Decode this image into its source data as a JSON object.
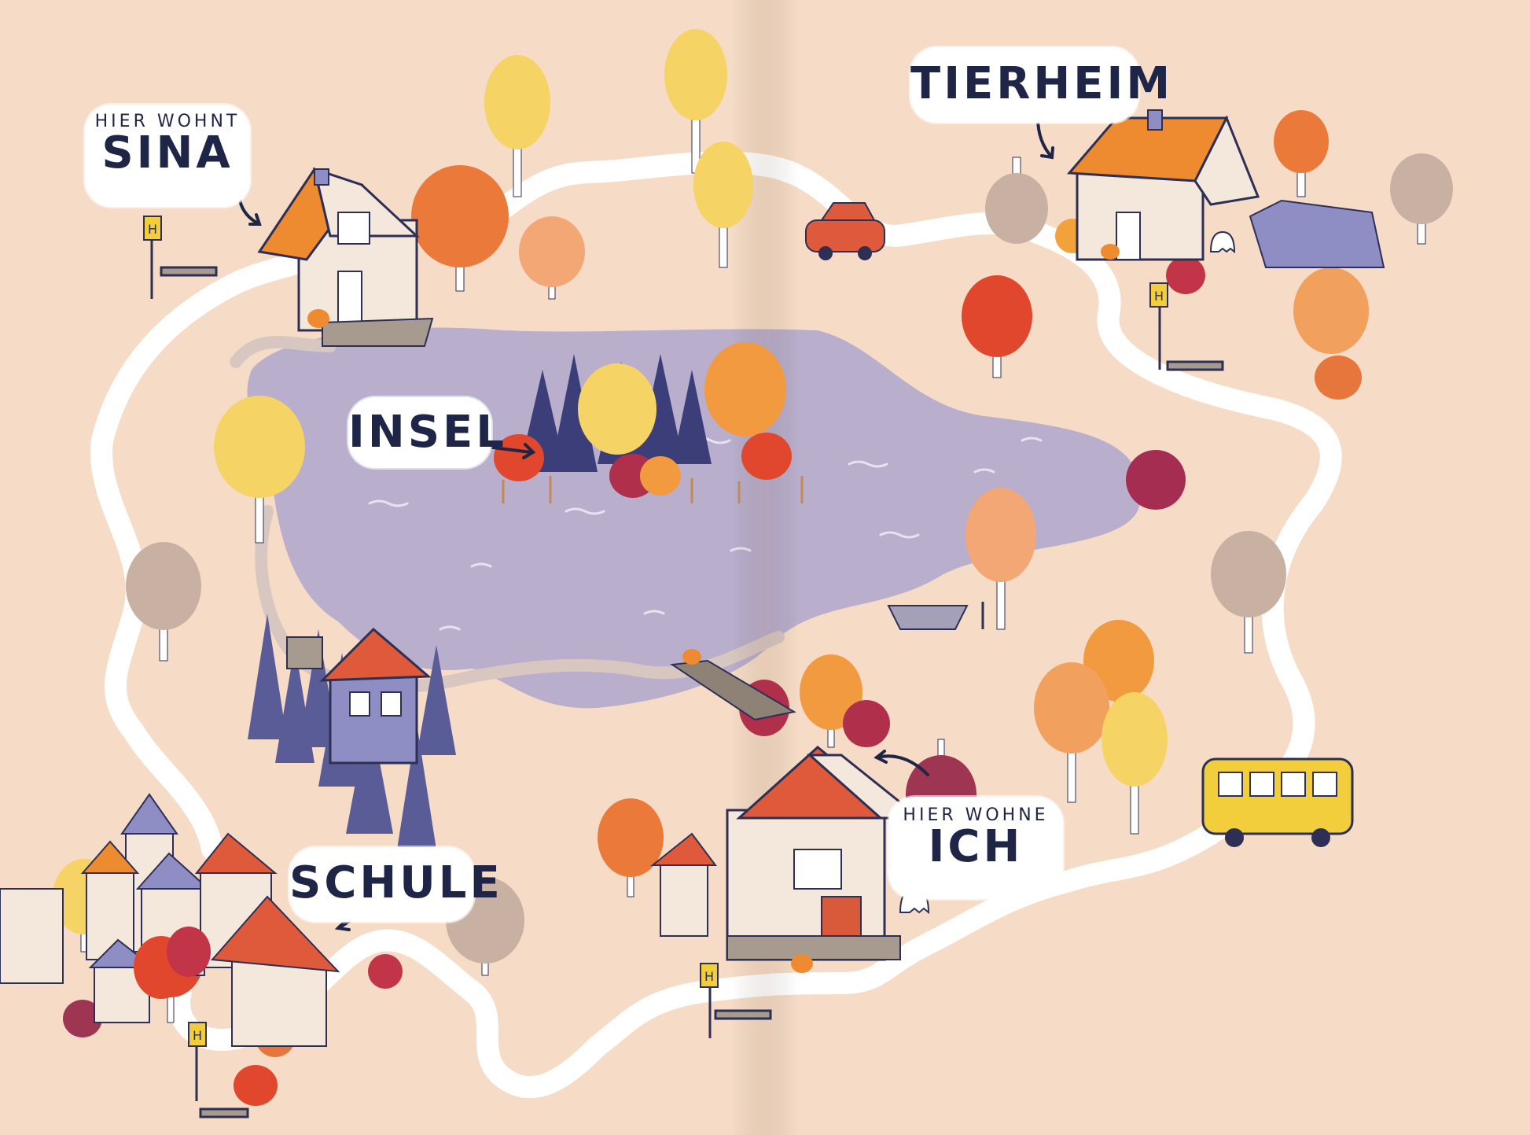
{
  "labels": {
    "sina_home": {
      "line1": "HIER WOHNT",
      "line2": "SINA"
    },
    "shelter": {
      "text": "TIERHEIM"
    },
    "island": {
      "text": "INSEL"
    },
    "school": {
      "text": "SCHULE"
    },
    "my_home": {
      "line1": "HIER WOHNE",
      "line2": "ICH"
    }
  },
  "bus_stop_sign": "H",
  "colors": {
    "background": "#f6dcc6",
    "road": "#ffffff",
    "lake": "#b9aecb",
    "label_text": "#1e2547",
    "bus": "#f2cd3c",
    "car": "#dd5b3c",
    "roof_orange": "#ee8a2f",
    "roof_red": "#de5a3a",
    "roof_purple": "#8f8ec4"
  },
  "icons": [
    "tree-icon",
    "pine-icon",
    "house-icon",
    "bus-icon",
    "car-icon",
    "boat-icon",
    "bench-icon",
    "bus-stop-sign-icon",
    "ghost-icon",
    "pumpkin-icon",
    "arrow-icon"
  ]
}
